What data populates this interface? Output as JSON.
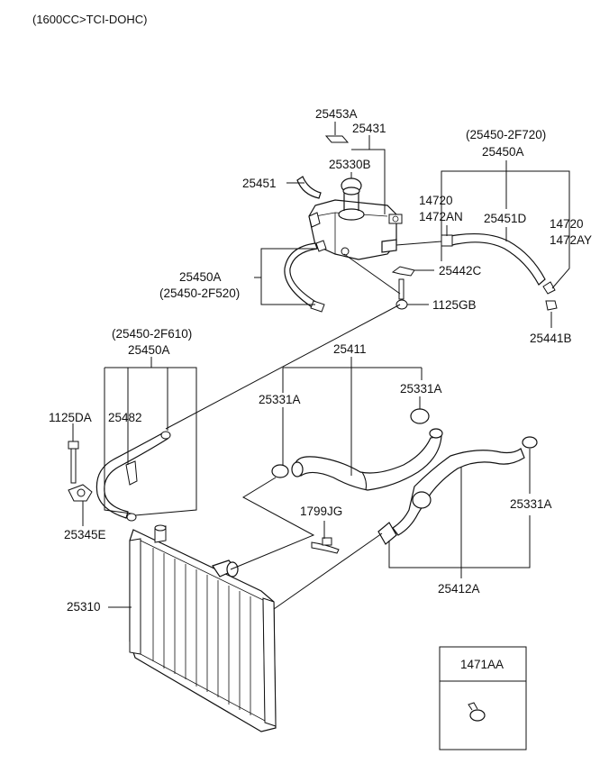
{
  "header": {
    "title": "(1600CC>TCI-DOHC)"
  },
  "labels": {
    "p25453A": "25453A",
    "p25431": "25431",
    "p25330B": "25330B",
    "p25451": "25451",
    "p25450_2F720": "(25450-2F720)",
    "p25450A_top": "25450A",
    "p14720_a": "14720",
    "p1472AN": "1472AN",
    "p25451D": "25451D",
    "p14720_b": "14720",
    "p1472AY": "1472AY",
    "p25450A_mid": "25450A",
    "p25450_2F520": "(25450-2F520)",
    "p25442C": "25442C",
    "p1125GB": "1125GB",
    "p25441B": "25441B",
    "p25450_2F610": "(25450-2F610)",
    "p25450A_left": "25450A",
    "p25411": "25411",
    "p25331A_1": "25331A",
    "p25331A_2": "25331A",
    "p1125DA": "1125DA",
    "p25482": "25482",
    "p25345E": "25345E",
    "p1799JG": "1799JG",
    "p25331A_3": "25331A",
    "p25310": "25310",
    "p25412A": "25412A",
    "p1471AA": "1471AA"
  }
}
